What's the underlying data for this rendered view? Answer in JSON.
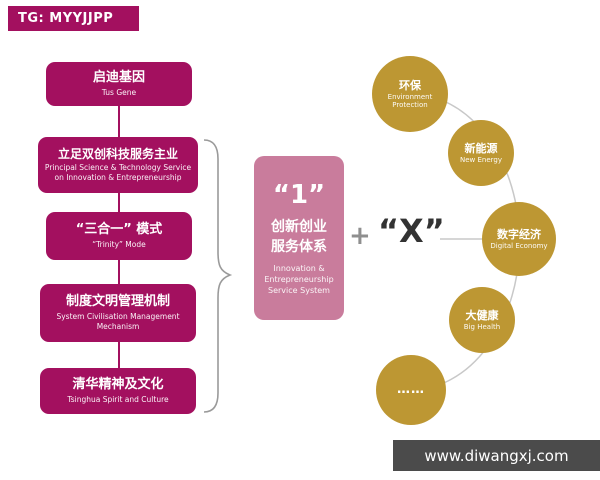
{
  "colors": {
    "magenta": "#A3105F",
    "center_pink": "#C97C9C",
    "gold": "#BD9733",
    "banner_gray": "#4B4B4B"
  },
  "top_banner": {
    "text": "TG: MYYJJPP"
  },
  "bottom_banner": {
    "text": "www.diwangxj.com"
  },
  "left_chain": {
    "items": [
      {
        "zh": "启迪基因",
        "en": "Tus Gene"
      },
      {
        "zh": "立足双创科技服务主业",
        "en": "Principal Science & Technology Service on Innovation & Entrepreneurship"
      },
      {
        "zh": "“三合一” 模式",
        "en": "“Trinity” Mode"
      },
      {
        "zh": "制度文明管理机制",
        "en": "System Civilisation Management Mechanism"
      },
      {
        "zh": "清华精神及文化",
        "en": "Tsinghua Spirit and Culture"
      }
    ]
  },
  "center_box": {
    "symbol": "“1”",
    "zh": "创新创业\n服务体系",
    "en": "Innovation & Entrepreneurship Service System"
  },
  "operators": {
    "plus": "+",
    "x": "“X”"
  },
  "right_circles": [
    {
      "zh": "环保",
      "en": "Environment Protection"
    },
    {
      "zh": "新能源",
      "en": "New Energy"
    },
    {
      "zh": "数字经济",
      "en": "Digital Economy"
    },
    {
      "zh": "大健康",
      "en": "Big Health"
    },
    {
      "zh": "……",
      "en": ""
    }
  ]
}
